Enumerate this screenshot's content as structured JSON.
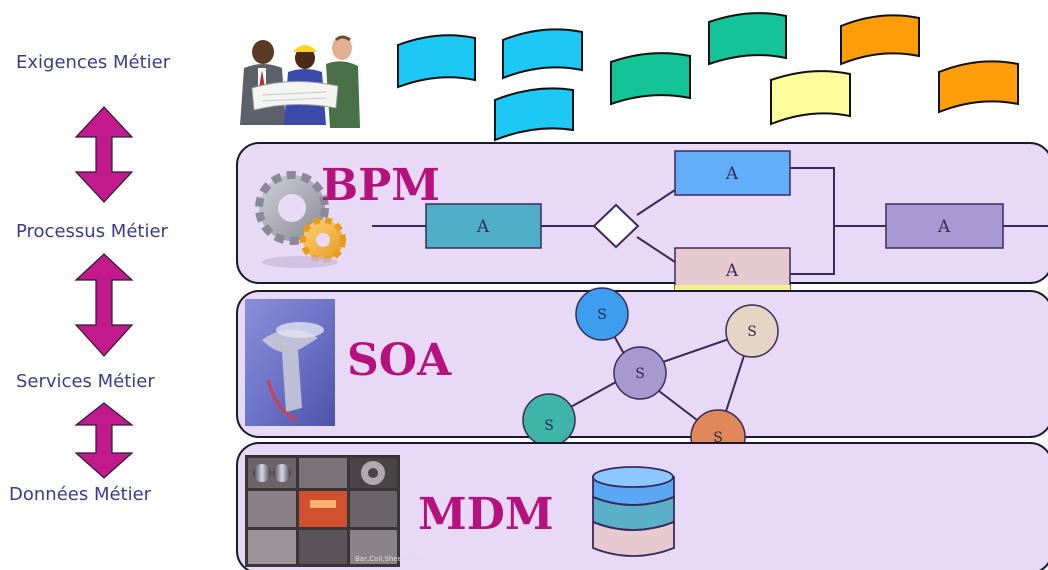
{
  "side_labels": {
    "requirements": "Exigences Métier",
    "processes": "Processus Métier",
    "services": "Services Métier",
    "data": "Données Métier"
  },
  "layers": {
    "bpm": {
      "title": "BPM"
    },
    "soa": {
      "title": "SOA"
    },
    "mdm": {
      "title": "MDM"
    }
  },
  "bpm_activities": [
    "A",
    "A",
    "A",
    "A"
  ],
  "soa_services": [
    "S",
    "S",
    "S",
    "S",
    "S"
  ],
  "mdm_photo_caption": "Bar,Coil,Sheet,Tube",
  "colors": {
    "layer_fill": "#e8d9f7",
    "layer_stroke": "#1a1a2e",
    "arrow": "#c21a8c",
    "title": "#b5127e",
    "label": "#3b3b8e",
    "flag_blue": "#1ec8f4",
    "flag_green": "#14c496",
    "flag_orange": "#ff9e0a",
    "flag_yellow": "#ffff9c"
  }
}
